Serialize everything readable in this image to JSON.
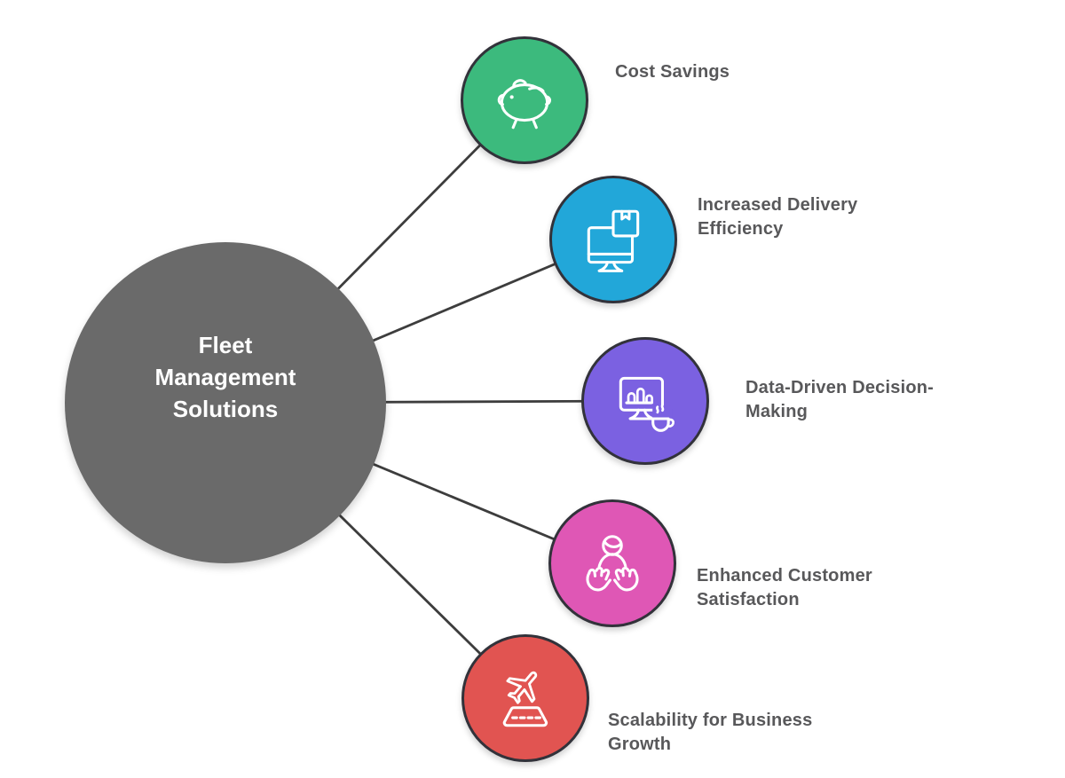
{
  "title": "Fleet Management Solutions benefits diagram",
  "styles": {
    "background": "#ffffff",
    "connector_color": "#3d3d3d",
    "node_border_color": "#32323a",
    "label_color": "#58585a",
    "center_text_color": "#ffffff"
  },
  "center": {
    "label": "Fleet Management Solutions",
    "lines": [
      "Fleet",
      "Management",
      "Solutions"
    ],
    "color": "#6a6a6a"
  },
  "nodes": [
    {
      "id": "cost-savings",
      "label": "Cost Savings",
      "label_lines": [
        "Cost Savings"
      ],
      "color": "#3cba7d",
      "icon": "piggy-bank-icon"
    },
    {
      "id": "increased-delivery-efficiency",
      "label": "Increased Delivery Efficiency",
      "label_lines": [
        "Increased Delivery",
        "Efficiency"
      ],
      "color": "#22a7d9",
      "icon": "monitor-package-icon"
    },
    {
      "id": "data-driven-decision-making",
      "label": "Data-Driven Decision-Making",
      "label_lines": [
        "Data-Driven Decision-",
        "Making"
      ],
      "color": "#7b61e1",
      "icon": "monitor-chart-coffee-icon"
    },
    {
      "id": "enhanced-customer-satisfaction",
      "label": "Enhanced Customer Satisfaction",
      "label_lines": [
        "Enhanced Customer",
        "Satisfaction"
      ],
      "color": "#df57b5",
      "icon": "customer-care-hands-icon"
    },
    {
      "id": "scalability-for-business-growth",
      "label": "Scalability for Business Growth",
      "label_lines": [
        "Scalability for Business",
        "Growth"
      ],
      "color": "#e15451",
      "icon": "plane-takeoff-icon"
    }
  ]
}
